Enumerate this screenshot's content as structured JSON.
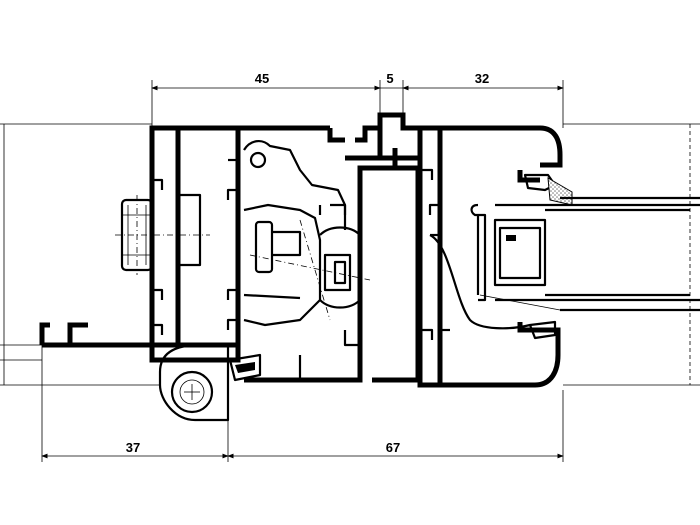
{
  "dimensions": {
    "top": [
      {
        "name": "dim-45",
        "label": "45"
      },
      {
        "name": "dim-5",
        "label": "5"
      },
      {
        "name": "dim-32",
        "label": "32"
      }
    ],
    "bottom": [
      {
        "name": "dim-37",
        "label": "37"
      },
      {
        "name": "dim-67",
        "label": "67"
      }
    ]
  },
  "colors": {
    "line": "#000000",
    "background": "#ffffff",
    "glass_hatch": "#808080"
  }
}
